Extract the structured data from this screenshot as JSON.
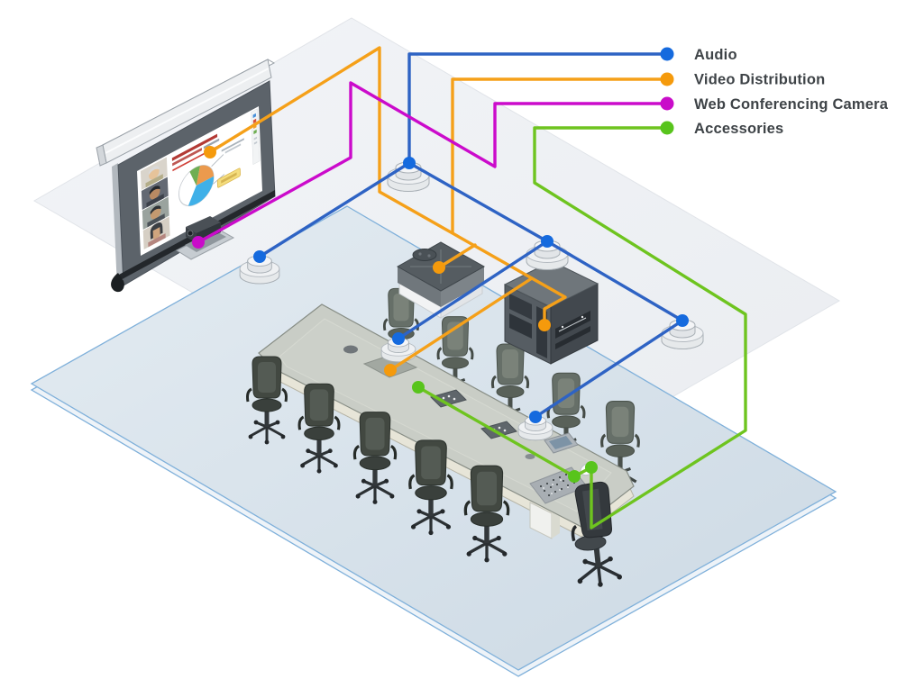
{
  "legend": {
    "text_color": "#3e4347",
    "items": [
      {
        "id": "audio",
        "label": "Audio",
        "line_color": "#2e63c4",
        "dot_color": "#156ade"
      },
      {
        "id": "video-distribution",
        "label": "Video Distribution",
        "line_color": "#f5a019",
        "dot_color": "#f59a0c"
      },
      {
        "id": "web-conferencing-camera",
        "label": "Web Conferencing Camera",
        "line_color": "#cb0bcb",
        "dot_color": "#c90cc9"
      },
      {
        "id": "accessories",
        "label": "Accessories",
        "line_color": "#6ec41f",
        "dot_color": "#58c41c"
      }
    ]
  },
  "scene": {
    "type": "isometric-conference-room-av-diagram",
    "room": {
      "wall_color": "#eff1f4",
      "floor_color_top": "#e3ebf1",
      "floor_color_bottom": "#ccd9e4",
      "floor_border_color": "#7fb0da"
    },
    "devices": [
      {
        "name": "projection-screen",
        "system": "video-distribution"
      },
      {
        "name": "ceiling-projector",
        "system": "video-distribution"
      },
      {
        "name": "equipment-credenza",
        "system": "video-distribution"
      },
      {
        "name": "table-av-connection",
        "system": "video-distribution"
      },
      {
        "name": "web-conferencing-camera",
        "system": "web-conferencing-camera"
      },
      {
        "name": "ceiling-speaker-left",
        "system": "audio"
      },
      {
        "name": "ceiling-speaker-center",
        "system": "audio"
      },
      {
        "name": "ceiling-speaker-mid-right",
        "system": "audio"
      },
      {
        "name": "ceiling-speaker-right",
        "system": "audio"
      },
      {
        "name": "table-microphone-1",
        "system": "audio"
      },
      {
        "name": "table-microphone-2",
        "system": "audio"
      },
      {
        "name": "table-accessory-connection",
        "system": "accessories"
      },
      {
        "name": "wireless-keyboard",
        "system": "accessories"
      },
      {
        "name": "wireless-mouse",
        "system": "accessories"
      }
    ]
  }
}
